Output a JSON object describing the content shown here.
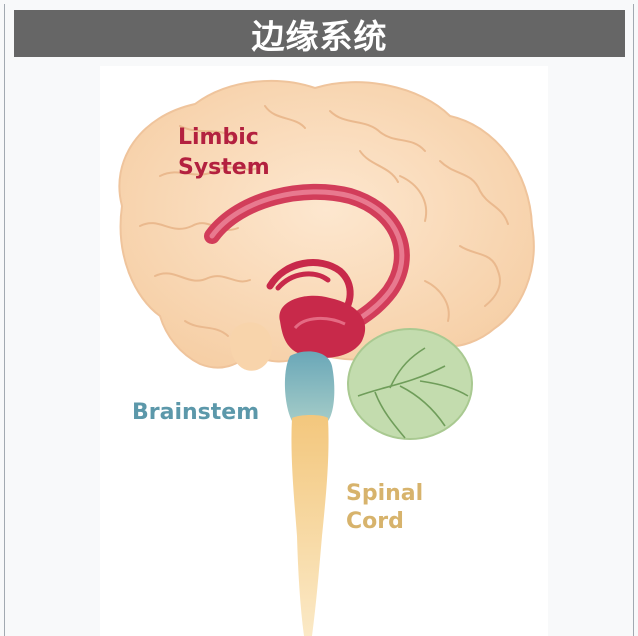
{
  "title": "边缘系统",
  "diagram": {
    "labels": {
      "limbic_line1": "Limbic",
      "limbic_line2": "System",
      "brainstem": "Brainstem",
      "spinal_line1": "Spinal",
      "spinal_line2": "Cord"
    },
    "colors": {
      "brain": "#f9d9b8",
      "limbic": "#c8294a",
      "brainstem": "#6fa9b8",
      "cerebellum": "#bcd9a8",
      "spinal": "#f3cf8a",
      "limbic_text": "#b3213f",
      "brainstem_text": "#5c98aa",
      "spinal_text": "#d7b36c"
    }
  }
}
